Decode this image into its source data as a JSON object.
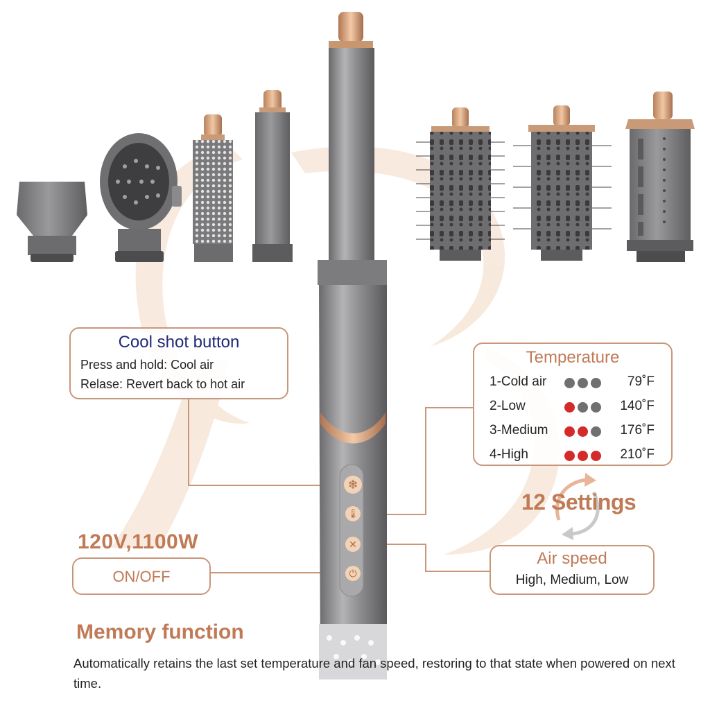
{
  "cool_shot": {
    "title": "Cool shot button",
    "line1": "Press and hold: Cool air",
    "line2": "Relase: Revert back to hot air"
  },
  "temperature": {
    "title": "Temperature",
    "rows": [
      {
        "label": "1-Cold air",
        "level": 0,
        "value": "79˚F"
      },
      {
        "label": "2-Low",
        "level": 1,
        "value": "140˚F"
      },
      {
        "label": "3-Medium",
        "level": 2,
        "value": "176˚F"
      },
      {
        "label": "4-High",
        "level": 3,
        "value": "210˚F"
      }
    ]
  },
  "settings_label": "12 Settings",
  "air_speed": {
    "title": "Air speed",
    "subtitle": "High, Medium, Low"
  },
  "power_spec": "120V,1100W",
  "onoff_label": "ON/OFF",
  "memory": {
    "title": "Memory function",
    "body": "Automatically retains the last set temperature and fan speed, restoring to that state when powered on next time."
  },
  "colors": {
    "accent": "#c07a56",
    "border": "#c8977a",
    "title_blue": "#1f2a78",
    "dot_active": "#d42a2a",
    "dot_inactive": "#707070",
    "body_grey": "#8e8e90"
  },
  "icons": [
    "snowflake-icon",
    "thermometer-icon",
    "fan-icon",
    "power-icon",
    "cycle-arrows-icon"
  ]
}
